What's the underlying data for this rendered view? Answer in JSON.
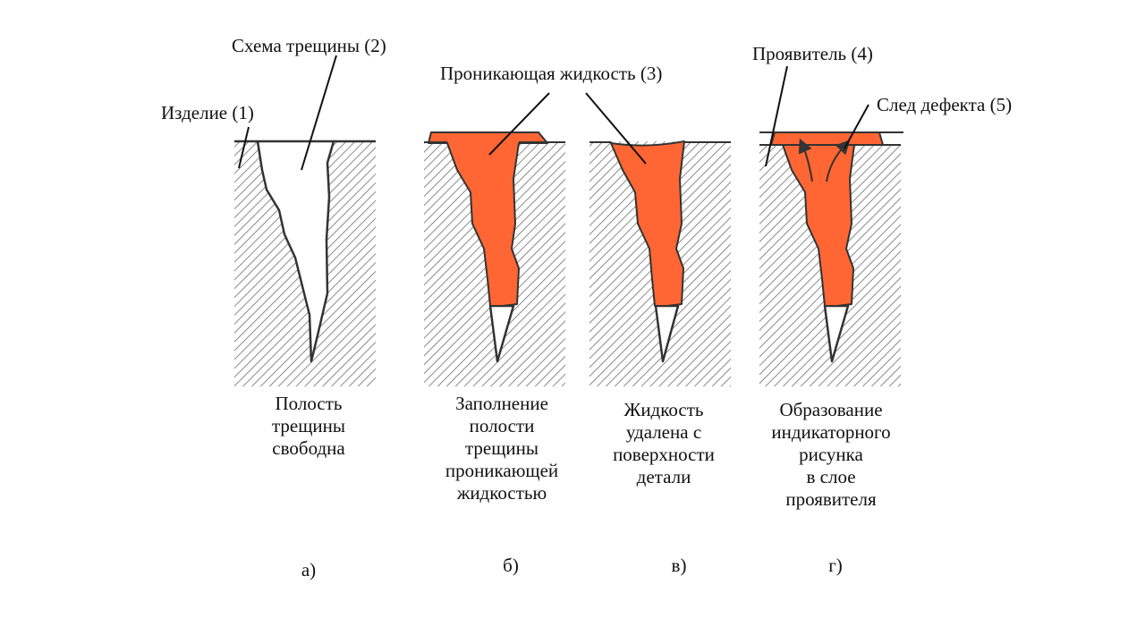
{
  "labels": {
    "product": "Изделие (1)",
    "crack_scheme": "Схема трещины (2)",
    "penetrant": "Проникающая жидкость (3)",
    "developer": "Проявитель (4)",
    "defect_trace": "След дефекта (5)"
  },
  "captions": {
    "a": [
      "Полость",
      "трещины",
      "свободна"
    ],
    "b": [
      "Заполнение",
      "полости",
      "трещины",
      "проникающей",
      "жидкостью"
    ],
    "v": [
      "Жидкость",
      "удалена с",
      "поверхности",
      "детали"
    ],
    "g": [
      "Образование",
      "индикаторного",
      "рисунка",
      "в слое",
      "проявителя"
    ]
  },
  "stage_letters": {
    "a": "а)",
    "b": "б)",
    "v": "в)",
    "g": "г)"
  },
  "colors": {
    "penetrant": "#FF6633",
    "hatch": "#8a8a8a",
    "outline": "#333333"
  }
}
